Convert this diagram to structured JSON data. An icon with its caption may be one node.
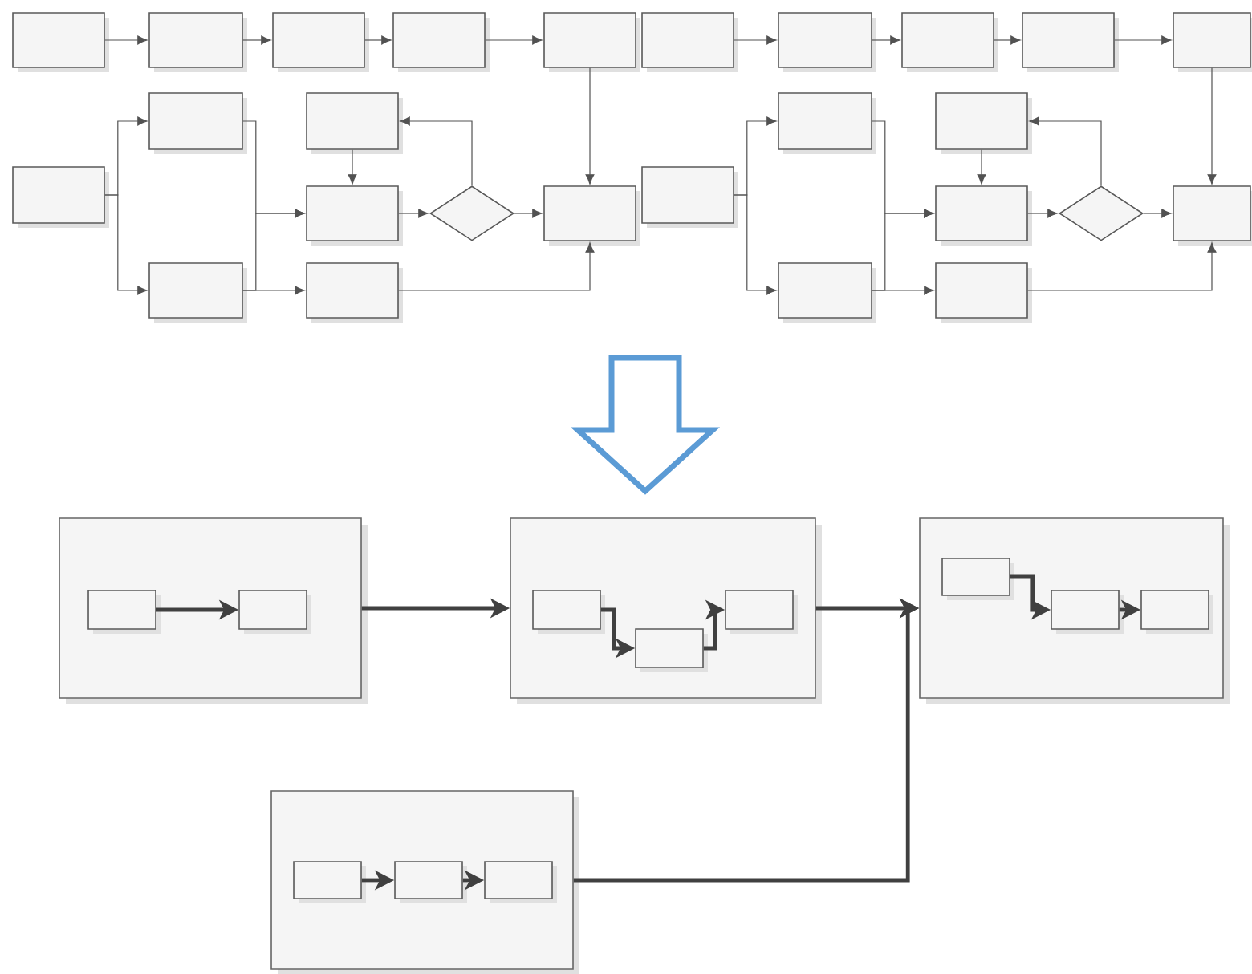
{
  "diagram": {
    "nodes": [
      {
        "text": [],
        "shape": "box"
      },
      {
        "text": [],
        "shape": "box"
      },
      {
        "text": [],
        "shape": "box"
      },
      {
        "text": [],
        "shape": "box"
      },
      {
        "text": [],
        "shape": "box"
      },
      {
        "text": [],
        "shape": "box"
      },
      {
        "text": [],
        "shape": "box"
      },
      {
        "text": [],
        "shape": "box"
      },
      {
        "text": [],
        "shape": "box"
      },
      {
        "text": [],
        "shape": "diamond"
      },
      {
        "text": [],
        "shape": "box"
      },
      {
        "text": [],
        "shape": "box"
      },
      {
        "text": [],
        "shape": "box"
      },
      {
        "text": [],
        "shape": "box"
      },
      {
        "text": [],
        "shape": "box"
      },
      {
        "text": [],
        "shape": "box"
      },
      {
        "text": [],
        "shape": "box"
      },
      {
        "text": [],
        "shape": "box"
      },
      {
        "text": [],
        "shape": "box"
      },
      {
        "text": [],
        "shape": "box"
      },
      {
        "text": [],
        "shape": "box"
      },
      {
        "text": [],
        "shape": "box"
      },
      {
        "text": [],
        "shape": "diamond"
      },
      {
        "text": [],
        "shape": "box"
      },
      {
        "text": [],
        "shape": "box"
      },
      {
        "text": [],
        "shape": "box"
      },
      {
        "text": [],
        "shape": "box"
      },
      {
        "text": [],
        "shape": "box",
        "in": 26
      },
      {
        "text": [],
        "shape": "box",
        "in": 26
      },
      {
        "text": [],
        "shape": "box"
      },
      {
        "text": [],
        "shape": "box",
        "in": 29
      },
      {
        "text": [],
        "shape": "box",
        "in": 29
      },
      {
        "text": [],
        "shape": "box",
        "in": 29
      },
      {
        "text": [],
        "shape": "box"
      },
      {
        "text": [],
        "shape": "box",
        "in": 33
      },
      {
        "text": [],
        "shape": "box",
        "in": 33
      },
      {
        "text": [],
        "shape": "box",
        "in": 33
      },
      {
        "text": [],
        "shape": "box"
      },
      {
        "text": [],
        "shape": "box",
        "in": 37
      },
      {
        "text": [],
        "shape": "box",
        "in": 37
      },
      {
        "text": [],
        "shape": "box",
        "in": 37
      }
    ],
    "edges": [
      {
        "from": 0,
        "to": 1,
        "arrow": "to"
      },
      {
        "from": 1,
        "to": 2,
        "arrow": "to"
      },
      {
        "from": 2,
        "to": 3,
        "arrow": "to"
      },
      {
        "from": 3,
        "to": 4,
        "arrow": "to"
      },
      {
        "from": 4,
        "to": 10,
        "arrow": "to"
      },
      {
        "from": 7,
        "to": 5,
        "arrow": "to"
      },
      {
        "from": 7,
        "to": 11,
        "arrow": "to"
      },
      {
        "from": 5,
        "to": 8,
        "arrow": "to"
      },
      {
        "from": 11,
        "to": 8,
        "arrow": "to"
      },
      {
        "from": 11,
        "to": 12,
        "arrow": "to"
      },
      {
        "from": 6,
        "to": 8,
        "arrow": "to"
      },
      {
        "from": 8,
        "to": 9,
        "arrow": "to"
      },
      {
        "from": 9,
        "to": 6,
        "arrow": "to"
      },
      {
        "from": 9,
        "to": 10,
        "arrow": "to"
      },
      {
        "from": 12,
        "to": 10,
        "arrow": "to"
      },
      {
        "from": 13,
        "to": 14,
        "arrow": "to"
      },
      {
        "from": 14,
        "to": 15,
        "arrow": "to"
      },
      {
        "from": 15,
        "to": 16,
        "arrow": "to"
      },
      {
        "from": 16,
        "to": 17,
        "arrow": "to"
      },
      {
        "from": 17,
        "to": 23,
        "arrow": "to"
      },
      {
        "from": 20,
        "to": 18,
        "arrow": "to"
      },
      {
        "from": 20,
        "to": 24,
        "arrow": "to"
      },
      {
        "from": 18,
        "to": 21,
        "arrow": "to"
      },
      {
        "from": 24,
        "to": 21,
        "arrow": "to"
      },
      {
        "from": 24,
        "to": 25,
        "arrow": "to"
      },
      {
        "from": 19,
        "to": 21,
        "arrow": "to"
      },
      {
        "from": 21,
        "to": 22,
        "arrow": "to"
      },
      {
        "from": 22,
        "to": 19,
        "arrow": "to"
      },
      {
        "from": 22,
        "to": 23,
        "arrow": "to"
      },
      {
        "from": 25,
        "to": 23,
        "arrow": "to"
      },
      {
        "from": 27,
        "to": 28,
        "arrow": "to",
        "style": "thick"
      },
      {
        "from": 30,
        "to": 31,
        "arrow": "to",
        "style": "thick"
      },
      {
        "from": 31,
        "to": 32,
        "arrow": "to",
        "style": "thick"
      },
      {
        "from": 34,
        "to": 35,
        "arrow": "to",
        "style": "thick"
      },
      {
        "from": 35,
        "to": 36,
        "arrow": "to",
        "style": "thick"
      },
      {
        "from": 38,
        "to": 39,
        "arrow": "to",
        "style": "thick"
      },
      {
        "from": 39,
        "to": 40,
        "arrow": "to",
        "style": "thick"
      },
      {
        "from": 26,
        "to": 29,
        "arrow": "to",
        "style": "thick"
      },
      {
        "from": 29,
        "to": 33,
        "arrow": "to",
        "style": "thick"
      },
      {
        "from": 37,
        "to": 33,
        "arrow": "to",
        "style": "thick"
      }
    ]
  }
}
